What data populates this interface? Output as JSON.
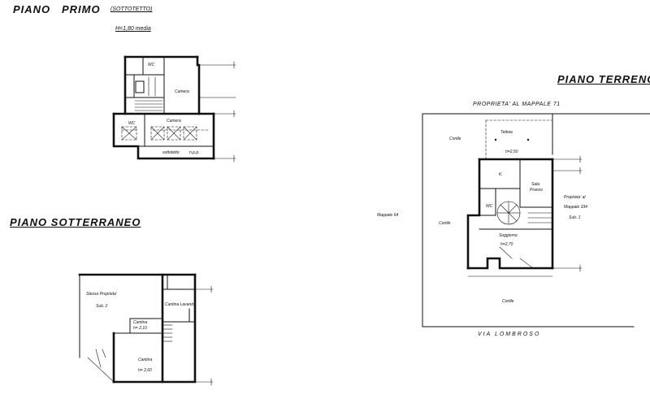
{
  "primo": {
    "title_a": "PIANO",
    "title_b": "PRIMO",
    "subtitle": "(SOTTOTETTO)",
    "height_note": "H=1,80 media",
    "rooms": {
      "wc_top": "WC",
      "camera_right": "Camera",
      "wc_left": "WC",
      "camera_mid": "Camera",
      "sottotetto": "sottotetto",
      "sottotetto_note": "n.p.p."
    }
  },
  "sotterraneo": {
    "title": "PIANO SOTTERRANEO",
    "rooms": {
      "stesso": "Stesso Proprieta'",
      "sub": "Sub. 2",
      "cantina_lavanderia": "Cantina Lavand.",
      "cantina_small": "Cantina",
      "cantina_small_h": "h= 2,10",
      "cantina_big": "Cantina",
      "cantina_big_h": "h= 2,60"
    }
  },
  "terreno": {
    "title": "PIANO TERRENO",
    "top_label": "PROPRIETA'  AL  MAPPALE  71",
    "left_label": "Mappale 64",
    "right_label_1": "Proprieta' al",
    "right_label_2": "Mappale  334",
    "right_label_3": "Sub.  1",
    "street": "VIA   LOMBROSO",
    "rooms": {
      "cortile_top": "Cortile",
      "tettoia": "Tettoia",
      "tettoia_h": "h=2,50",
      "k": "K.",
      "sala_pranzo_1": "Sala",
      "sala_pranzo_2": "Pranzo",
      "wc": "WC",
      "cortile_left": "Cortile",
      "soggiorno": "Soggiorno",
      "soggiorno_h": "h=2,70",
      "cortile_bottom": "Cortile"
    }
  }
}
